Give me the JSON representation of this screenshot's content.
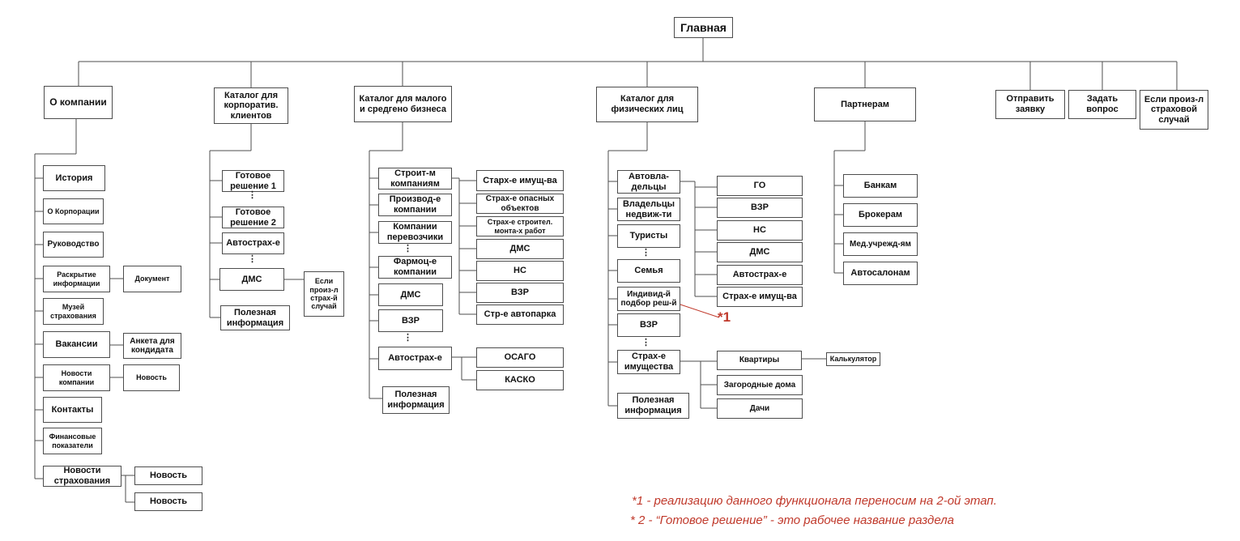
{
  "root": "Главная",
  "sections": {
    "company": "О компании",
    "corporate": "Каталог для корпоратив. клиентов",
    "smb": "Каталог для малого и средгено бизнеса",
    "individuals": "Каталог для физических лиц",
    "partners": "Партнерам",
    "send_request": "Отправить заявку",
    "ask_question": "Задать вопрос",
    "insured_event": "Если произ-л страховой случай"
  },
  "company_items": {
    "history": "История",
    "corporation": "О Корпорации",
    "management": "Руководство",
    "disclosure": "Раскрытие информации",
    "document": "Документ",
    "museum": "Музей страхования",
    "vacancies": "Вакансии",
    "application_form": "Анкета для кондидата",
    "company_news": "Новости компании",
    "news_item": "Новость",
    "contacts": "Контакты",
    "financials": "Финансовые показатели",
    "insurance_news": "Новости страхования",
    "news_1": "Новость",
    "news_2": "Новость"
  },
  "corporate_items": {
    "ready_1": "Готовое решение 1",
    "ready_2": "Готовое решение 2",
    "auto": "Автострах-е",
    "dms": "ДМС",
    "event": "Если произ-л страх-й случай",
    "useful": "Полезная информация"
  },
  "smb_items": {
    "construction": "Строит-м компаниям",
    "production": "Производ-е компании",
    "carriers": "Компании перевозчики",
    "pharma": "Фармоц-е компании",
    "dms": "ДМС",
    "vzr": "ВЗР",
    "auto": "Автострах-е",
    "useful": "Полезная информация",
    "property": "Старх-е имущ-ва",
    "hazardous": "Страх-е опасных объектов",
    "building_works": "Страх-е строител. монта-х работ",
    "c_dms": "ДМС",
    "c_ns": "НС",
    "c_vzr": "ВЗР",
    "fleet": "Стр-е автопарка",
    "osago": "ОСАГО",
    "kasko": "КАСКО"
  },
  "ind_items": {
    "car_owners": "Автовла-дельцы",
    "real_estate": "Владельцы недвиж-ти",
    "tourists": "Туристы",
    "family": "Семья",
    "individual": "Индивид-й подбор реш-й",
    "vzr": "ВЗР",
    "property": "Страх-е имущества",
    "useful": "Полезная информация",
    "go": "ГО",
    "a_vzr": "ВЗР",
    "a_ns": "НС",
    "a_dms": "ДМС",
    "a_auto": "Автострах-е",
    "a_property": "Страх-е имущ-ва",
    "apartments": "Квартиры",
    "calculator": "Калькулятор",
    "country_houses": "Загородные дома",
    "dachas": "Дачи"
  },
  "partner_items": {
    "banks": "Банкам",
    "brokers": "Брокерам",
    "medical": "Мед.учрежд-ям",
    "dealers": "Автосалонам"
  },
  "annotations": {
    "mark": "*1",
    "note_1": "*1 - реализацию данного функционала переносим на 2-ой этап.",
    "note_2": "* 2 - “Готовое решение” - это рабочее название раздела"
  },
  "ellipsis": "⋮",
  "colors": {
    "line": "#4d4d4d",
    "note": "#c0392b"
  }
}
